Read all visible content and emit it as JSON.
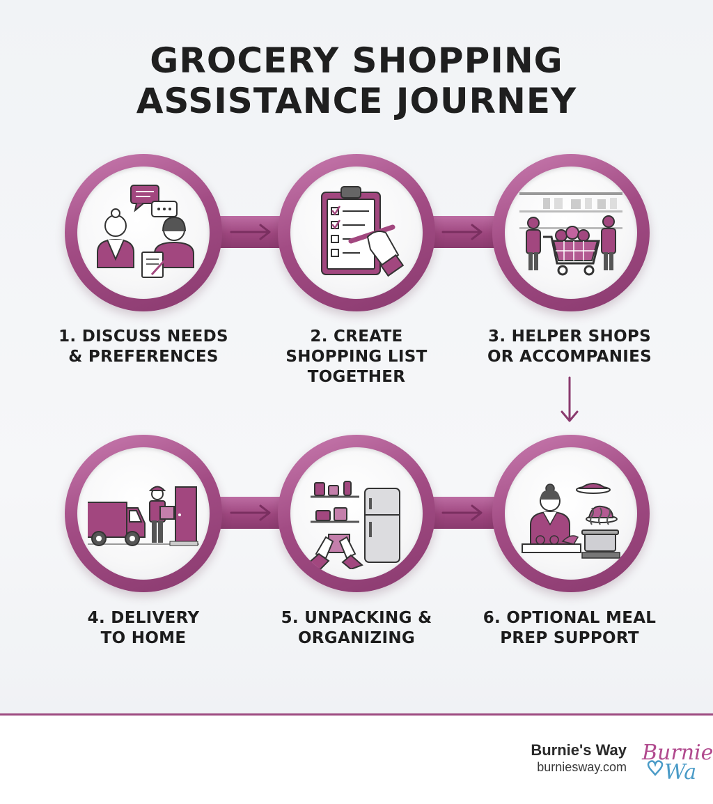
{
  "title": {
    "line1": "GROCERY SHOPPING",
    "line2": "ASSISTANCE JOURNEY"
  },
  "steps": [
    {
      "line1": "1. DISCUSS NEEDS",
      "line2": "& PREFERENCES",
      "line3": "",
      "icon": "conversation-icon"
    },
    {
      "line1": "2. CREATE",
      "line2": "SHOPPING LIST",
      "line3": "TOGETHER",
      "icon": "clipboard-checklist-icon"
    },
    {
      "line1": "3. HELPER SHOPS",
      "line2": "OR ACCOMPANIES",
      "line3": "",
      "icon": "shopping-cart-icon"
    },
    {
      "line1": "4. DELIVERY",
      "line2": "TO HOME",
      "line3": "",
      "icon": "delivery-truck-icon"
    },
    {
      "line1": "5. UNPACKING &",
      "line2": "ORGANIZING",
      "line3": "",
      "icon": "refrigerator-icon"
    },
    {
      "line1": "6. OPTIONAL MEAL",
      "line2": "PREP SUPPORT",
      "line3": "",
      "icon": "cooking-icon"
    }
  ],
  "footer": {
    "brand_name": "Burnie's Way",
    "brand_url": "burniesway.com",
    "logo_text": "Burnie Wa"
  },
  "colors": {
    "accent": "#9e477f",
    "text": "#1f1f1f",
    "background": "#f3f4f6"
  }
}
